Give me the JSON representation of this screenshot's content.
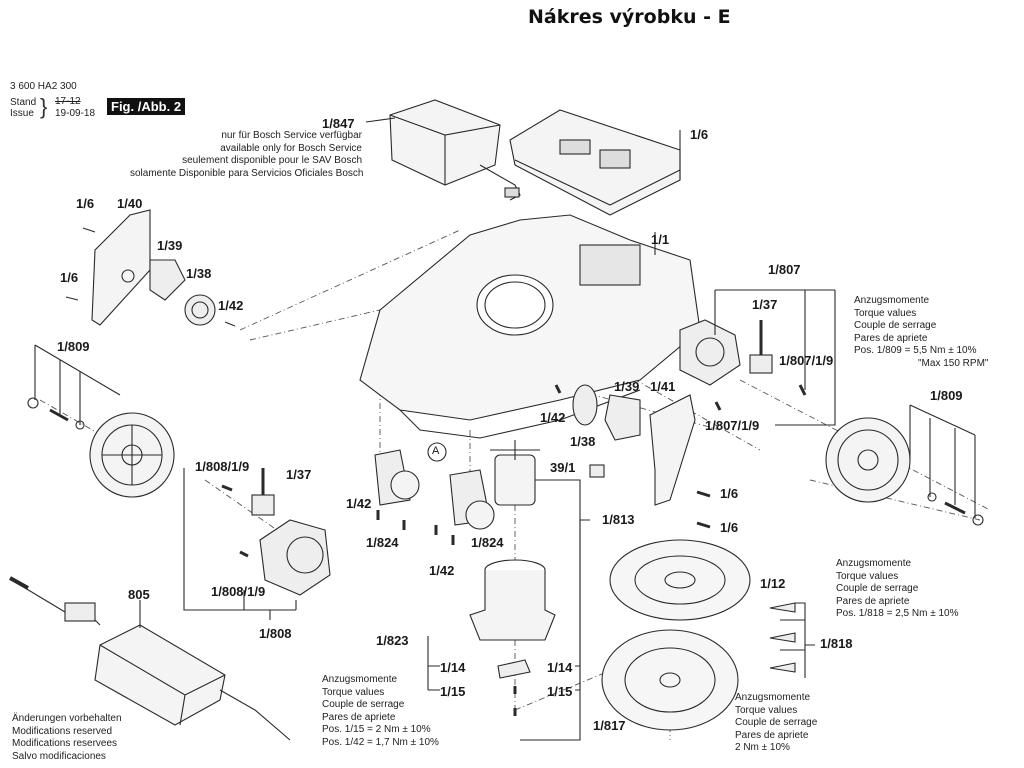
{
  "title": "Nákres výrobku - E",
  "doc_header": {
    "part_number": "3 600 HA2 300",
    "stand_label": "Stand",
    "issue_label": "Issue",
    "old_date": "17-12",
    "issue_date": "19-09-18",
    "figure": "Fig. /Abb. 2"
  },
  "service_note": {
    "callout": "1/847",
    "lines": [
      "nur für Bosch Service verfügbar",
      "available only for Bosch Service",
      "seulement disponible pour le SAV Bosch",
      "solamente Disponible para Servicios Oficiales Bosch"
    ]
  },
  "callouts": {
    "c_1_6_top": "1/6",
    "c_1_1": "1/1",
    "c_1_6_a": "1/6",
    "c_1_40": "1/40",
    "c_1_39_l": "1/39",
    "c_1_6_b": "1/6",
    "c_1_38_l": "1/38",
    "c_1_42_l": "1/42",
    "c_1_809_l": "1/809",
    "c_1_807": "1/807",
    "c_1_37_r": "1/37",
    "c_1_807_1_9_a": "1/807/1/9",
    "c_1_807_1_9_b": "1/807/1/9",
    "c_1_42_m": "1/42",
    "c_1_39_m": "1/39",
    "c_1_41": "1/41",
    "c_1_38_m": "1/38",
    "c_39_1": "39/1",
    "c_1_6_c": "1/6",
    "c_1_6_d": "1/6",
    "c_1_809_r": "1/809",
    "c_1_808_1_9_a": "1/808/1/9",
    "c_1_37_l": "1/37",
    "c_A": "A",
    "c_1_42_a": "1/42",
    "c_1_824_a": "1/824",
    "c_1_824_b": "1/824",
    "c_1_42_b": "1/42",
    "c_1_813": "1/813",
    "c_1_808_1_9_b": "1/808/1/9",
    "c_1_808": "1/808",
    "c_805": "805",
    "c_1_823": "1/823",
    "c_1_14_l": "1/14",
    "c_1_14_r": "1/14",
    "c_1_15_l": "1/15",
    "c_1_15_r": "1/15",
    "c_1_12": "1/12",
    "c_1_818": "1/818",
    "c_1_817": "1/817"
  },
  "torque_notes": [
    {
      "lines": [
        "Anzugsmomente",
        "Torque values",
        "Couple de serrage",
        "Pares de apriete",
        "Pos. 1/809 = 5,5 Nm  ± 10%",
        "\"Max 150 RPM\""
      ]
    },
    {
      "lines": [
        "Anzugsmomente",
        "Torque values",
        "Couple de serrage",
        "Pares de apriete",
        "Pos. 1/818 = 2,5 Nm  ± 10%"
      ]
    },
    {
      "lines": [
        "Anzugsmomente",
        "Torque values",
        "Couple de serrage",
        "Pares de apriete",
        "Pos. 1/15 = 2 Nm  ± 10%",
        "Pos. 1/42 = 1,7 Nm  ± 10%"
      ]
    },
    {
      "lines": [
        "Anzugsmomente",
        "Torque values",
        "Couple de serrage",
        "Pares de apriete",
        "2 Nm  ± 10%"
      ]
    }
  ],
  "disclaimer": [
    "Änderungen vorbehalten",
    "Modifications reserved",
    "Modifications reservees",
    "Salvo modificaciones"
  ]
}
